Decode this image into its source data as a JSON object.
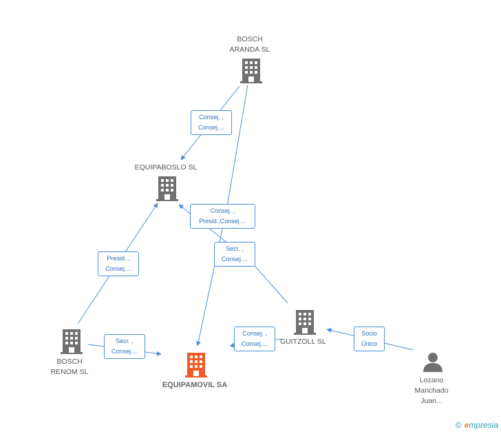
{
  "nodes": {
    "bosch_aranda": {
      "line1": "BOSCH",
      "line2": "ARANDA  SL"
    },
    "equipaboslo": {
      "line1": "EQUIPABOSLO SL"
    },
    "bosch_renom": {
      "line1": "BOSCH",
      "line2": "RENOM  SL"
    },
    "equipamovil": {
      "line1": "EQUIPAMOVIL SA"
    },
    "guitzoll": {
      "line1": "GUITZOLL SL"
    },
    "lozano": {
      "line1": "Lozano",
      "line2": "Manchado",
      "line3": "Juan..."
    }
  },
  "edges": {
    "aranda_to_equipaboslo": {
      "line1": "Consej. ,",
      "line2": "Consej...."
    },
    "aranda_to_equipamovil": {
      "line1": "Consej. ,",
      "line2": "Presid.,Consej...."
    },
    "guitzoll_to_equipaboslo": {
      "line1": "Secr. ,",
      "line2": "Consej...."
    },
    "renom_to_equipaboslo": {
      "line1": "Presid. ,",
      "line2": "Consej...."
    },
    "renom_to_equipamovil": {
      "line1": "Secr. ,",
      "line2": "Consej...."
    },
    "guitzoll_to_equipamovil": {
      "line1": "Consej. ,",
      "line2": "Consej...."
    },
    "lozano_to_guitzoll": {
      "line1": "Socio",
      "line2": "Único"
    }
  },
  "colors": {
    "edge": "#4a8fd8",
    "company_icon": "#707070",
    "main_company_icon": "#f05a28",
    "person_icon": "#707070"
  },
  "footer": {
    "copyright": "©",
    "brand_initial": "e",
    "brand_rest": "mpresia"
  }
}
